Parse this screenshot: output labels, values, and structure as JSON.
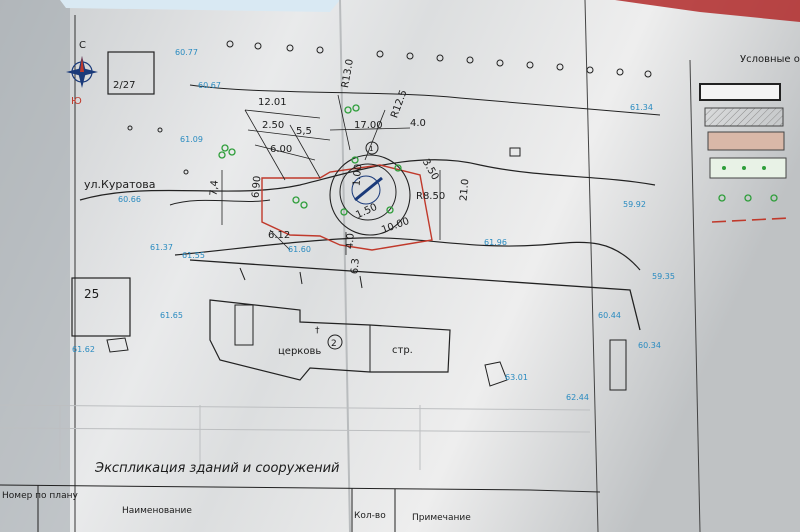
{
  "plan": {
    "compass": {
      "north": "С",
      "south": "Ю"
    },
    "street": "ул.Куратова",
    "building_labels": [
      "2/27",
      "25"
    ],
    "church": {
      "label": "церковь",
      "number": "2"
    },
    "construction_label": "стр.",
    "dimensions": [
      "12.01",
      "2.50",
      "5,5",
      "6.00",
      "17.00",
      "4.0",
      "7,4",
      "6.90",
      "6.12",
      "1.00",
      "1.50",
      "10.00",
      "4.0",
      "6.3",
      "3.50",
      "R8.50",
      "21.0",
      "R13.0",
      "R12.5"
    ],
    "elevations": [
      "60.77",
      "60.67",
      "61.09",
      "60.66",
      "61.37",
      "61.55",
      "61.60",
      "61.96",
      "61.34",
      "59.92",
      "59.35",
      "61.65",
      "61.62",
      "60.44",
      "60.34",
      "63.01",
      "62.44"
    ],
    "circle_marks": [
      "1"
    ]
  },
  "legend": {
    "title": "Условные о"
  },
  "explication": {
    "title": "Экспликация зданий и сооружений",
    "columns": [
      "Номер по плану",
      "Наименование",
      "Кол-во",
      "Примечание"
    ]
  }
}
